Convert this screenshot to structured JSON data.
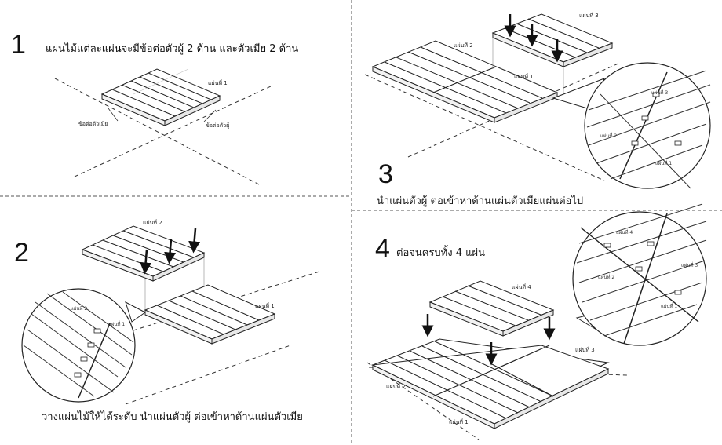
{
  "steps": [
    {
      "number": "1",
      "caption": "แผ่นไม้แต่ละแผ่นจะมีข้อต่อตัวผู้ 2 ด้าน และตัวเมีย 2 ด้าน"
    },
    {
      "number": "2",
      "caption": "วางแผ่นไม้ให้ได้ระดับ นำแผ่นตัวผู้ ต่อเข้าหาด้านแผ่นตัวเมีย"
    },
    {
      "number": "3",
      "caption": "นำแผ่นตัวผู้ ต่อเข้าหาด้านแผ่นตัวเมียแผ่นต่อไป"
    },
    {
      "number": "4",
      "caption": "ต่อจนครบทั้ง 4 แผ่น"
    }
  ],
  "labels": {
    "tile1": "แผ่นที่ 1",
    "tile2": "แผ่นที่ 2",
    "tile3": "แผ่นที่ 3",
    "tile4": "แผ่นที่ 4",
    "female_joint": "ข้อต่อตัวเมีย",
    "male_joint": "ข้อต่อตัวผู้"
  },
  "colors": {
    "line": "#222222",
    "dash": "#333333",
    "background": "#ffffff"
  }
}
